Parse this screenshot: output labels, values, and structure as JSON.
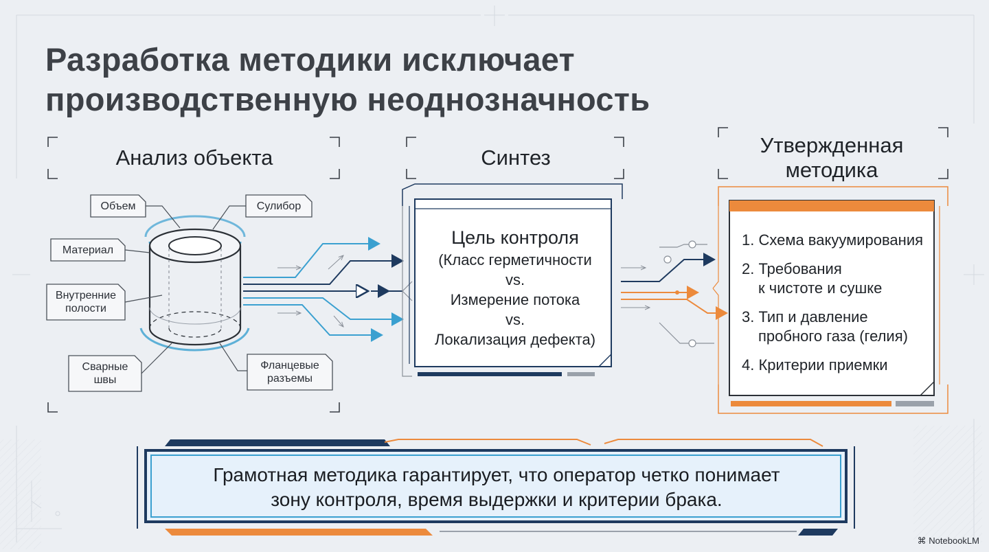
{
  "title": [
    "Разработка методики исключает",
    "производственную неоднозначность"
  ],
  "columns": {
    "analysis": "Анализ объекта",
    "synthesis": "Синтез",
    "approved": [
      "Утвержденная",
      "методика"
    ]
  },
  "object_labels": {
    "volume": "Объем",
    "material": "Материал",
    "cavities": [
      "Внутренние",
      "полости"
    ],
    "welds": [
      "Сварные",
      "швы"
    ],
    "sulibor": "Сулибор",
    "flanges": [
      "Фланцевые",
      "разъемы"
    ]
  },
  "synthesis": {
    "heading": "Цель контроля",
    "lines": [
      "(Класс герметичности",
      "vs.",
      "Измерение потока",
      "vs.",
      "Локализация дефекта)"
    ]
  },
  "method_items": [
    {
      "lines": [
        "1. Схема вакуумирования"
      ]
    },
    {
      "lines": [
        "2. Требования",
        "к чистоте и сушке"
      ]
    },
    {
      "lines": [
        "3. Тип и давление",
        "пробного газа (гелия)"
      ]
    },
    {
      "lines": [
        "4. Критерии приемки"
      ]
    }
  ],
  "banner": [
    "Грамотная методика гарантирует, что оператор четко понимает",
    "зону контроля, время выдержки и критерии брака."
  ],
  "brand": "NotebookLM",
  "colors": {
    "navy": "#1e3a5f",
    "blue": "#3aa0d0",
    "orange": "#ec8a3c",
    "text": "#1f2328"
  }
}
